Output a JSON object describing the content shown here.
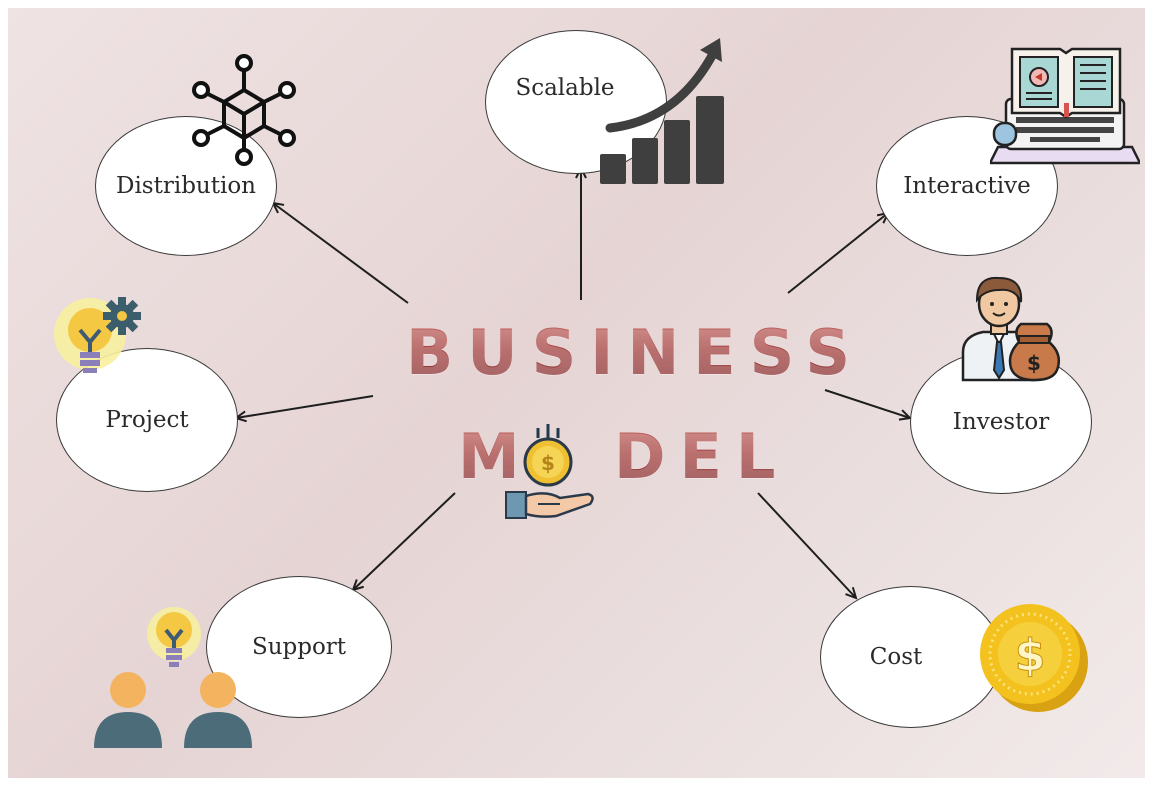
{
  "title": {
    "line1": "BUSINESS",
    "line2_left": "M",
    "line2_right": "DEL",
    "accent_color": "#9e3b3b"
  },
  "nodes": {
    "distribution": "Distribution",
    "scalable": "Scalable",
    "interactive": "Interactive",
    "project": "Project",
    "investor": "Investor",
    "support": "Support",
    "cost": "Cost"
  },
  "icons": {
    "distribution": "network-cube-icon",
    "scalable": "growth-chart-icon",
    "interactive": "laptop-ebook-icon",
    "project": "lightbulb-gear-icon",
    "investor": "businessman-moneybag-icon",
    "support": "team-idea-icon",
    "cost": "gold-coin-icon",
    "model_o": "dollar-coin-hand-icon"
  }
}
